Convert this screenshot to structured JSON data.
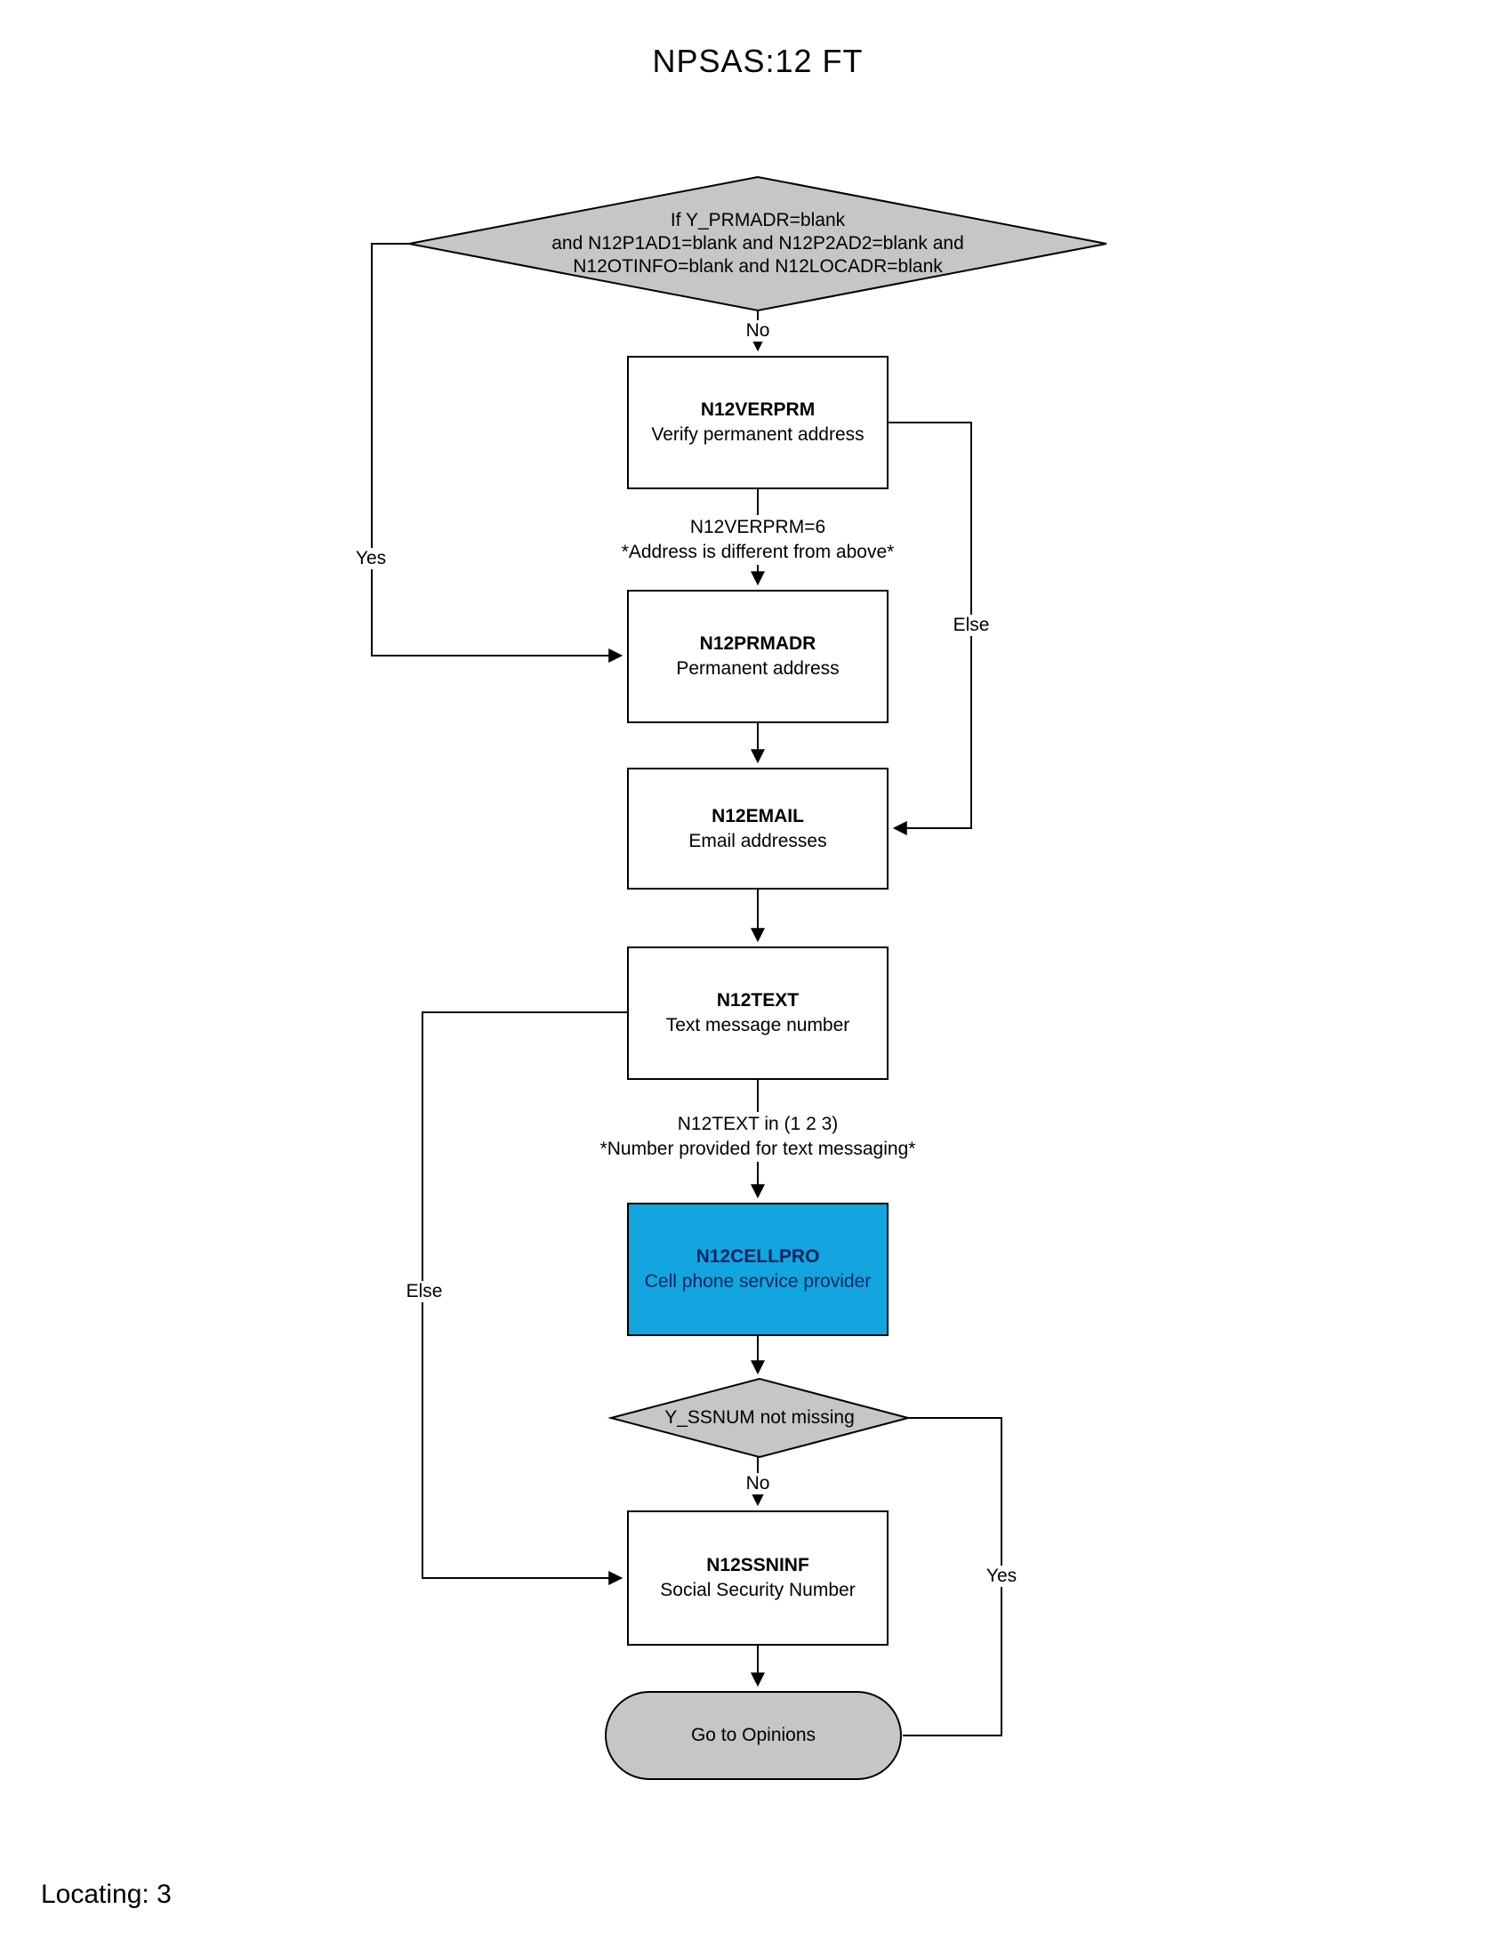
{
  "page": {
    "title": "NPSAS:12 FT",
    "footer": "Locating: 3"
  },
  "decisions": {
    "address_check": {
      "line1": "If Y_PRMADR=blank",
      "line2": "and N12P1AD1=blank and N12P2AD2=blank and",
      "line3": "N12OTINFO=blank and N12LOCADR=blank"
    },
    "ssnum_check": {
      "label": "Y_SSNUM not missing"
    }
  },
  "nodes": {
    "verprm": {
      "title": "N12VERPRM",
      "desc": "Verify permanent address"
    },
    "prmadr": {
      "title": "N12PRMADR",
      "desc": "Permanent address"
    },
    "email": {
      "title": "N12EMAIL",
      "desc": "Email addresses"
    },
    "text": {
      "title": "N12TEXT",
      "desc": "Text message number"
    },
    "cellpro": {
      "title": "N12CELLPRO",
      "desc": "Cell phone service provider"
    },
    "ssninf": {
      "title": "N12SSNINF",
      "desc": "Social Security Number"
    }
  },
  "terminal": {
    "label": "Go to Opinions"
  },
  "edges": {
    "no1": "No",
    "yes1": "Yes",
    "else1": "Else",
    "cond1_line1": "N12VERPRM=6",
    "cond1_line2": "*Address is different from above*",
    "cond2_line1": "N12TEXT in (1 2 3)",
    "cond2_line2": "*Number provided for text messaging*",
    "else2": "Else",
    "no2": "No",
    "yes2": "Yes"
  },
  "colors": {
    "shape_fill_gray": "#c6c6c6",
    "highlight_fill_blue": "#12a5e0",
    "highlight_text_navy": "#00235c",
    "line_black": "#000000",
    "background_white": "#ffffff"
  }
}
